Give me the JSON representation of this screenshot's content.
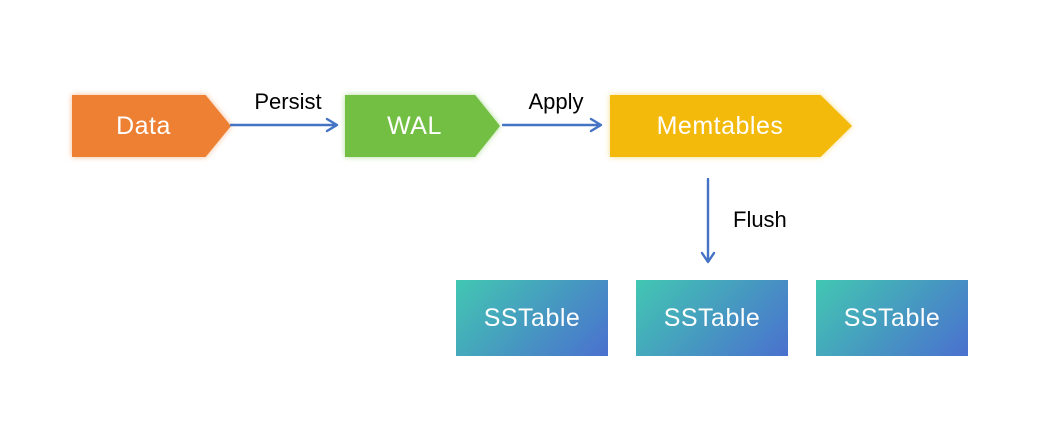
{
  "diagram": {
    "type": "flow-diagram",
    "background": "#ffffff"
  },
  "nodes": {
    "data": {
      "label": "Data",
      "fill": "#ED8033",
      "text_color": "#ffffff",
      "shape": "arrow-pentagon"
    },
    "wal": {
      "label": "WAL",
      "fill": "#72BF44",
      "text_color": "#ffffff",
      "shape": "arrow-pentagon"
    },
    "memtables": {
      "label": "Memtables",
      "fill": "#F3BA0B",
      "text_color": "#ffffff",
      "shape": "arrow-pentagon"
    },
    "sstables": {
      "label": "SSTable",
      "count": 3,
      "gradient_start": "#42C7B2",
      "gradient_end": "#4A70CE",
      "text_color": "#ffffff",
      "shape": "rect"
    }
  },
  "edges": {
    "persist": {
      "label": "Persist",
      "from": "data",
      "to": "wal",
      "direction": "right",
      "color": "#4472C4"
    },
    "apply": {
      "label": "Apply",
      "from": "wal",
      "to": "memtables",
      "direction": "right",
      "color": "#4472C4"
    },
    "flush": {
      "label": "Flush",
      "from": "memtables",
      "to": "sstables",
      "direction": "down",
      "color": "#4472C4"
    }
  },
  "colors": {
    "edge_label_text": "#000000",
    "node_text": "#ffffff",
    "arrow": "#4472C4"
  }
}
